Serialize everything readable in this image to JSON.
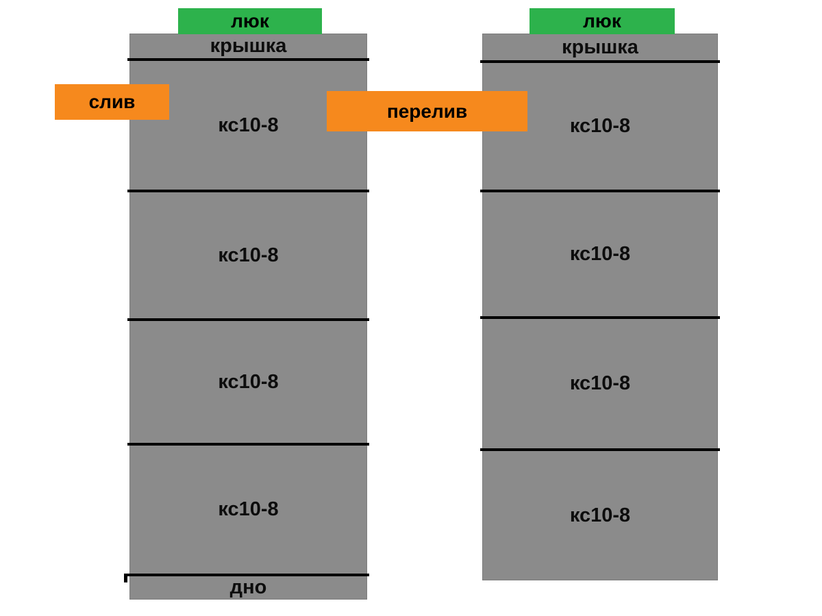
{
  "diagram": {
    "type": "two-well-septic-tank-scheme",
    "wells": [
      {
        "hatch_label": "люк",
        "cover_label": "крышка",
        "rings": [
          "кс10-8",
          "кс10-8",
          "кс10-8",
          "кс10-8"
        ],
        "bottom_label": "дно"
      },
      {
        "hatch_label": "люк",
        "cover_label": "крышка",
        "rings": [
          "кс10-8",
          "кс10-8",
          "кс10-8",
          "кс10-8"
        ],
        "bottom_label": ""
      }
    ],
    "pipes": {
      "drain_label": "слив",
      "overflow_label": "перелив"
    },
    "colors": {
      "ring_gray": "#8b8b8b",
      "hatch_green": "#2db24c",
      "pipe_orange": "#f6891d",
      "line_black": "#000000",
      "background": "#ffffff"
    }
  }
}
